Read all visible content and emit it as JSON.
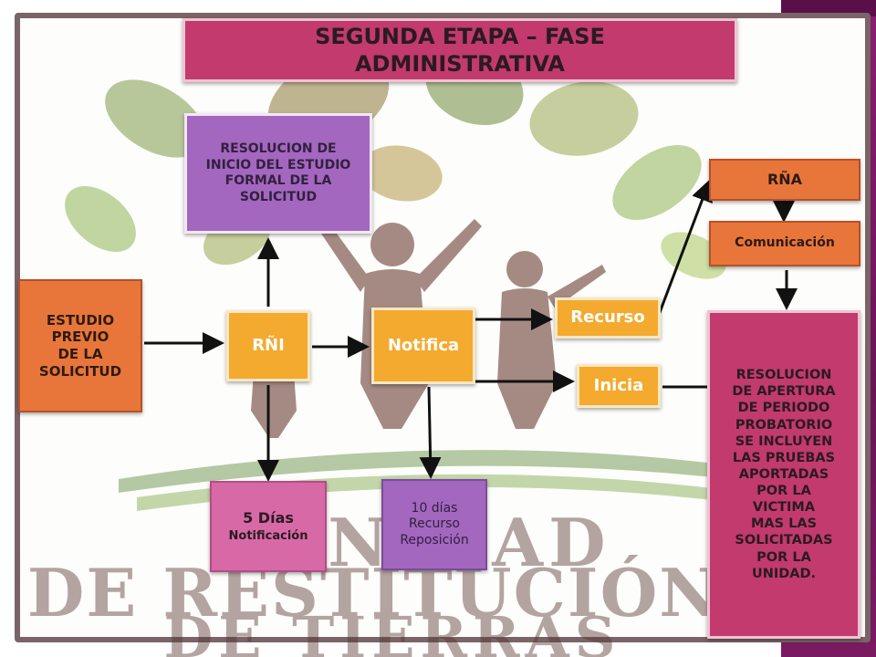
{
  "title": "SEGUNDA ETAPA – FASE\nADMINISTRATIVA",
  "nodes": {
    "resolucion_inicio": "RESOLUCION DE\nINICIO DEL ESTUDIO\nFORMAL DE LA\nSOLICITUD",
    "estudio_previo": "ESTUDIO\nPREVIO\nDE LA\nSOLICITUD",
    "rni": "RÑI",
    "notifica": "Notifica",
    "recurso": "Recurso",
    "inicia": "Inicia",
    "rna": "RÑA",
    "comunicacion": "Comunicación",
    "resolucion_apertura": "RESOLUCION\nDE APERTURA\nDE PERIODO\nPROBATORIO\nSE INCLUYEN\nLAS PRUEBAS\nAPORTADAS\nPOR LA\nVICTIMA\nMAS LAS\nSOLICITADAS\nPOR LA\nUNIDAD.",
    "cinco_dias": "5 Días",
    "cinco_dias_sub": "Notificación",
    "diez_dias": "10 días\nRecurso\nReposición"
  },
  "background_logo": {
    "line1": "UNIDAD",
    "line2": "DE RESTITUCIÓN",
    "line3": "DE TIERRAS"
  },
  "colors": {
    "title_pink": "#c23a6e",
    "purple": "#a367c0",
    "orange": "#e8763a",
    "amber": "#f3aa2e",
    "rose": "#d76aa6"
  }
}
